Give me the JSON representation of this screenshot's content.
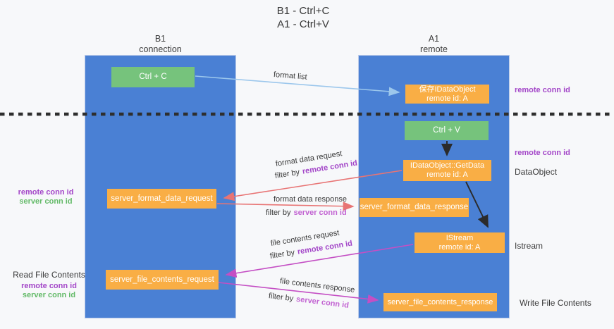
{
  "title": {
    "line1": "B1 - Ctrl+C",
    "line2": "A1 - Ctrl+V"
  },
  "lanes": {
    "left": {
      "name": "B1",
      "role": "connection"
    },
    "right": {
      "name": "A1",
      "role": "remote"
    }
  },
  "nodes": {
    "ctrl_c": {
      "label": "Ctrl + C"
    },
    "ctrl_v": {
      "label": "Ctrl + V"
    },
    "save_idataobject": {
      "line1": "保存IDataObject",
      "line2": "remote id: A"
    },
    "idataobject_getdata": {
      "line1": "IDataObject::GetData",
      "line2": "remote id: A"
    },
    "istream": {
      "line1": "IStream",
      "line2": "remote id: A"
    },
    "server_format_data_request": {
      "label": "server_format_data_request"
    },
    "server_format_data_response": {
      "label": "server_format_data_response"
    },
    "server_file_contents_request": {
      "label": "server_file_contents_request"
    },
    "server_file_contents_response": {
      "label": "server_file_contents_response"
    }
  },
  "edges": {
    "format_list": {
      "label": "format list"
    },
    "format_data_request": {
      "label": "format data request",
      "filter_prefix": "filter by",
      "filter_key": "remote conn id"
    },
    "format_data_response": {
      "label": "format data response",
      "filter_prefix": "filter by",
      "filter_key": "server conn id"
    },
    "file_contents_request": {
      "label": "file contents request",
      "filter_prefix": "filter by",
      "filter_key": "remote conn id"
    },
    "file_contents_response": {
      "label": "file contents response",
      "filter_prefix": "filter by",
      "filter_key": "server conn id"
    }
  },
  "side_labels": {
    "right_top_remote_conn_id": "remote conn id",
    "right_mid_remote_conn_id": "remote conn id",
    "dataobject": "DataObject",
    "istream": "Istream",
    "write_file_contents": "Write File Contents",
    "left_format": {
      "remote": "remote conn id",
      "server": "server conn id"
    },
    "left_file": {
      "title": "Read File Contents",
      "remote": "remote conn id",
      "server": "server conn id"
    }
  },
  "colors": {
    "lane_blue": "#4a80d4",
    "box_orange": "#f9ae45",
    "box_green": "#76c37c",
    "arrow_light_blue": "#9cc7ec",
    "arrow_red": "#e87474",
    "arrow_magenta": "#c44fc4",
    "arrow_black": "#2b2b2b",
    "divider_black": "#2e2e2e",
    "purple_text": "#a346c8",
    "orchid_text": "#c263d2",
    "green_text": "#63ba68"
  }
}
